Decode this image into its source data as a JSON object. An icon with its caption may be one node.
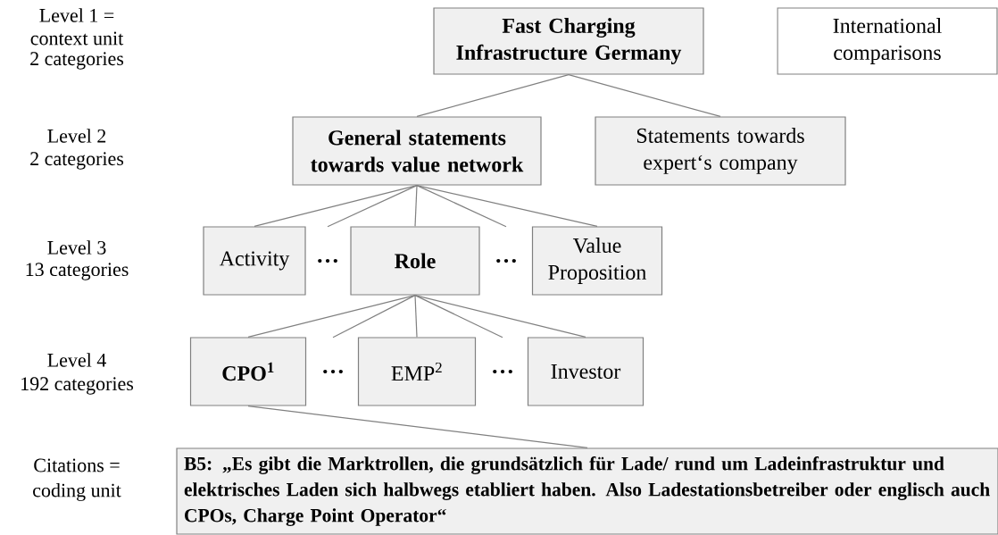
{
  "diagram": {
    "nodes": [
      {
        "text": [
          "Fast Charging Infrastructure Germany"
        ]
      },
      {
        "text": [
          "International comparisons"
        ]
      },
      {
        "text": [
          "General statements towards value network"
        ]
      },
      {
        "text": [
          "Statements towards expert‘s company"
        ]
      },
      {
        "text": [
          "Activity"
        ]
      },
      {
        "text": [
          "…"
        ]
      },
      {
        "text": [
          "Role"
        ]
      },
      {
        "text": [
          "…"
        ]
      },
      {
        "text": [
          "Value Proposition"
        ]
      },
      {
        "text": [
          "CPO$^{1}$"
        ]
      },
      {
        "text": [
          "…"
        ]
      },
      {
        "text": [
          "EMP$^{2}$"
        ]
      },
      {
        "text": [
          "…"
        ]
      },
      {
        "text": [
          "Investor"
        ]
      },
      {
        "text": [
          "B5: „Es gibt die Marktrollen, die grundsätzlich für Lade/ rund um Ladeinfrastruktur und elektrisches Laden sich halbwegs etabliert haben. Also Ladestationsbetreiber oder englisch auch CPOs, Charge Point Operator“"
        ]
      }
    ],
    "edges": [
      {
        "from": 0,
        "to": 2,
        "arrow": "none"
      },
      {
        "from": 0,
        "to": 3,
        "arrow": "none"
      },
      {
        "from": 2,
        "to": 4,
        "arrow": "none"
      },
      {
        "from": 2,
        "to": 5,
        "arrow": "none"
      },
      {
        "from": 2,
        "to": 6,
        "arrow": "none"
      },
      {
        "from": 2,
        "to": 7,
        "arrow": "none"
      },
      {
        "from": 2,
        "to": 8,
        "arrow": "none"
      },
      {
        "from": 6,
        "to": 9,
        "arrow": "none"
      },
      {
        "from": 6,
        "to": 10,
        "arrow": "none"
      },
      {
        "from": 6,
        "to": 11,
        "arrow": "none"
      },
      {
        "from": 6,
        "to": 12,
        "arrow": "none"
      },
      {
        "from": 6,
        "to": 13,
        "arrow": "none"
      },
      {
        "from": 9,
        "to": 14,
        "arrow": "none"
      }
    ],
    "labels": [
      "Level 1 =",
      "context unit",
      "2 categories",
      "Level 2",
      "2 categories",
      "Level 3",
      "13 categories",
      "Level 4",
      "192 categories",
      "Citations =",
      "coding unit"
    ]
  }
}
